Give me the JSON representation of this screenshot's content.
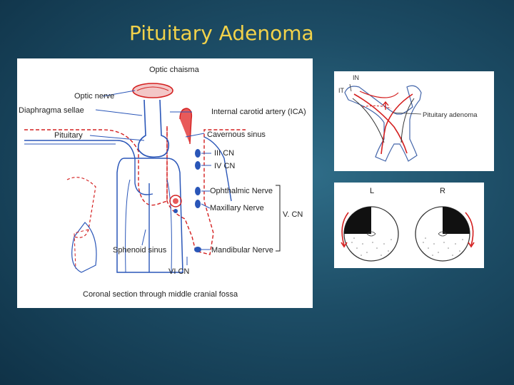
{
  "slide": {
    "title": "Pituitary Adenoma"
  },
  "main_diagram": {
    "labels": {
      "optic_chiasma": "Optic chaisma",
      "optic_nerve": "Optic nerve",
      "diaphragma_sellae": "Diaphragma sellae",
      "pituitary": "Pituitary",
      "ica": "Internal carotid artery (ICA)",
      "cavernous_sinus": "Cavernous sinus",
      "cn3": "III CN",
      "cn4": "IV CN",
      "ophthalmic": "Ophthalmic Nerve",
      "maxillary": "Maxillary Nerve",
      "v_cn": "V. CN",
      "sphenoid": "Sphenoid sinus",
      "mandibular": "Mandibular Nerve",
      "cn6": "VI CN",
      "caption": "Coronal section through middle cranial fossa"
    }
  },
  "chiasm_diagram": {
    "labels": {
      "in": "IN",
      "it": "IT",
      "adenoma": "Pituitary adenoma"
    }
  },
  "visual_fields": {
    "labels": {
      "left": "L",
      "right": "R"
    }
  },
  "colors": {
    "title": "#f2d24a",
    "background": "#1d4d66",
    "red": "#d42020",
    "blue": "#2a56b8"
  }
}
